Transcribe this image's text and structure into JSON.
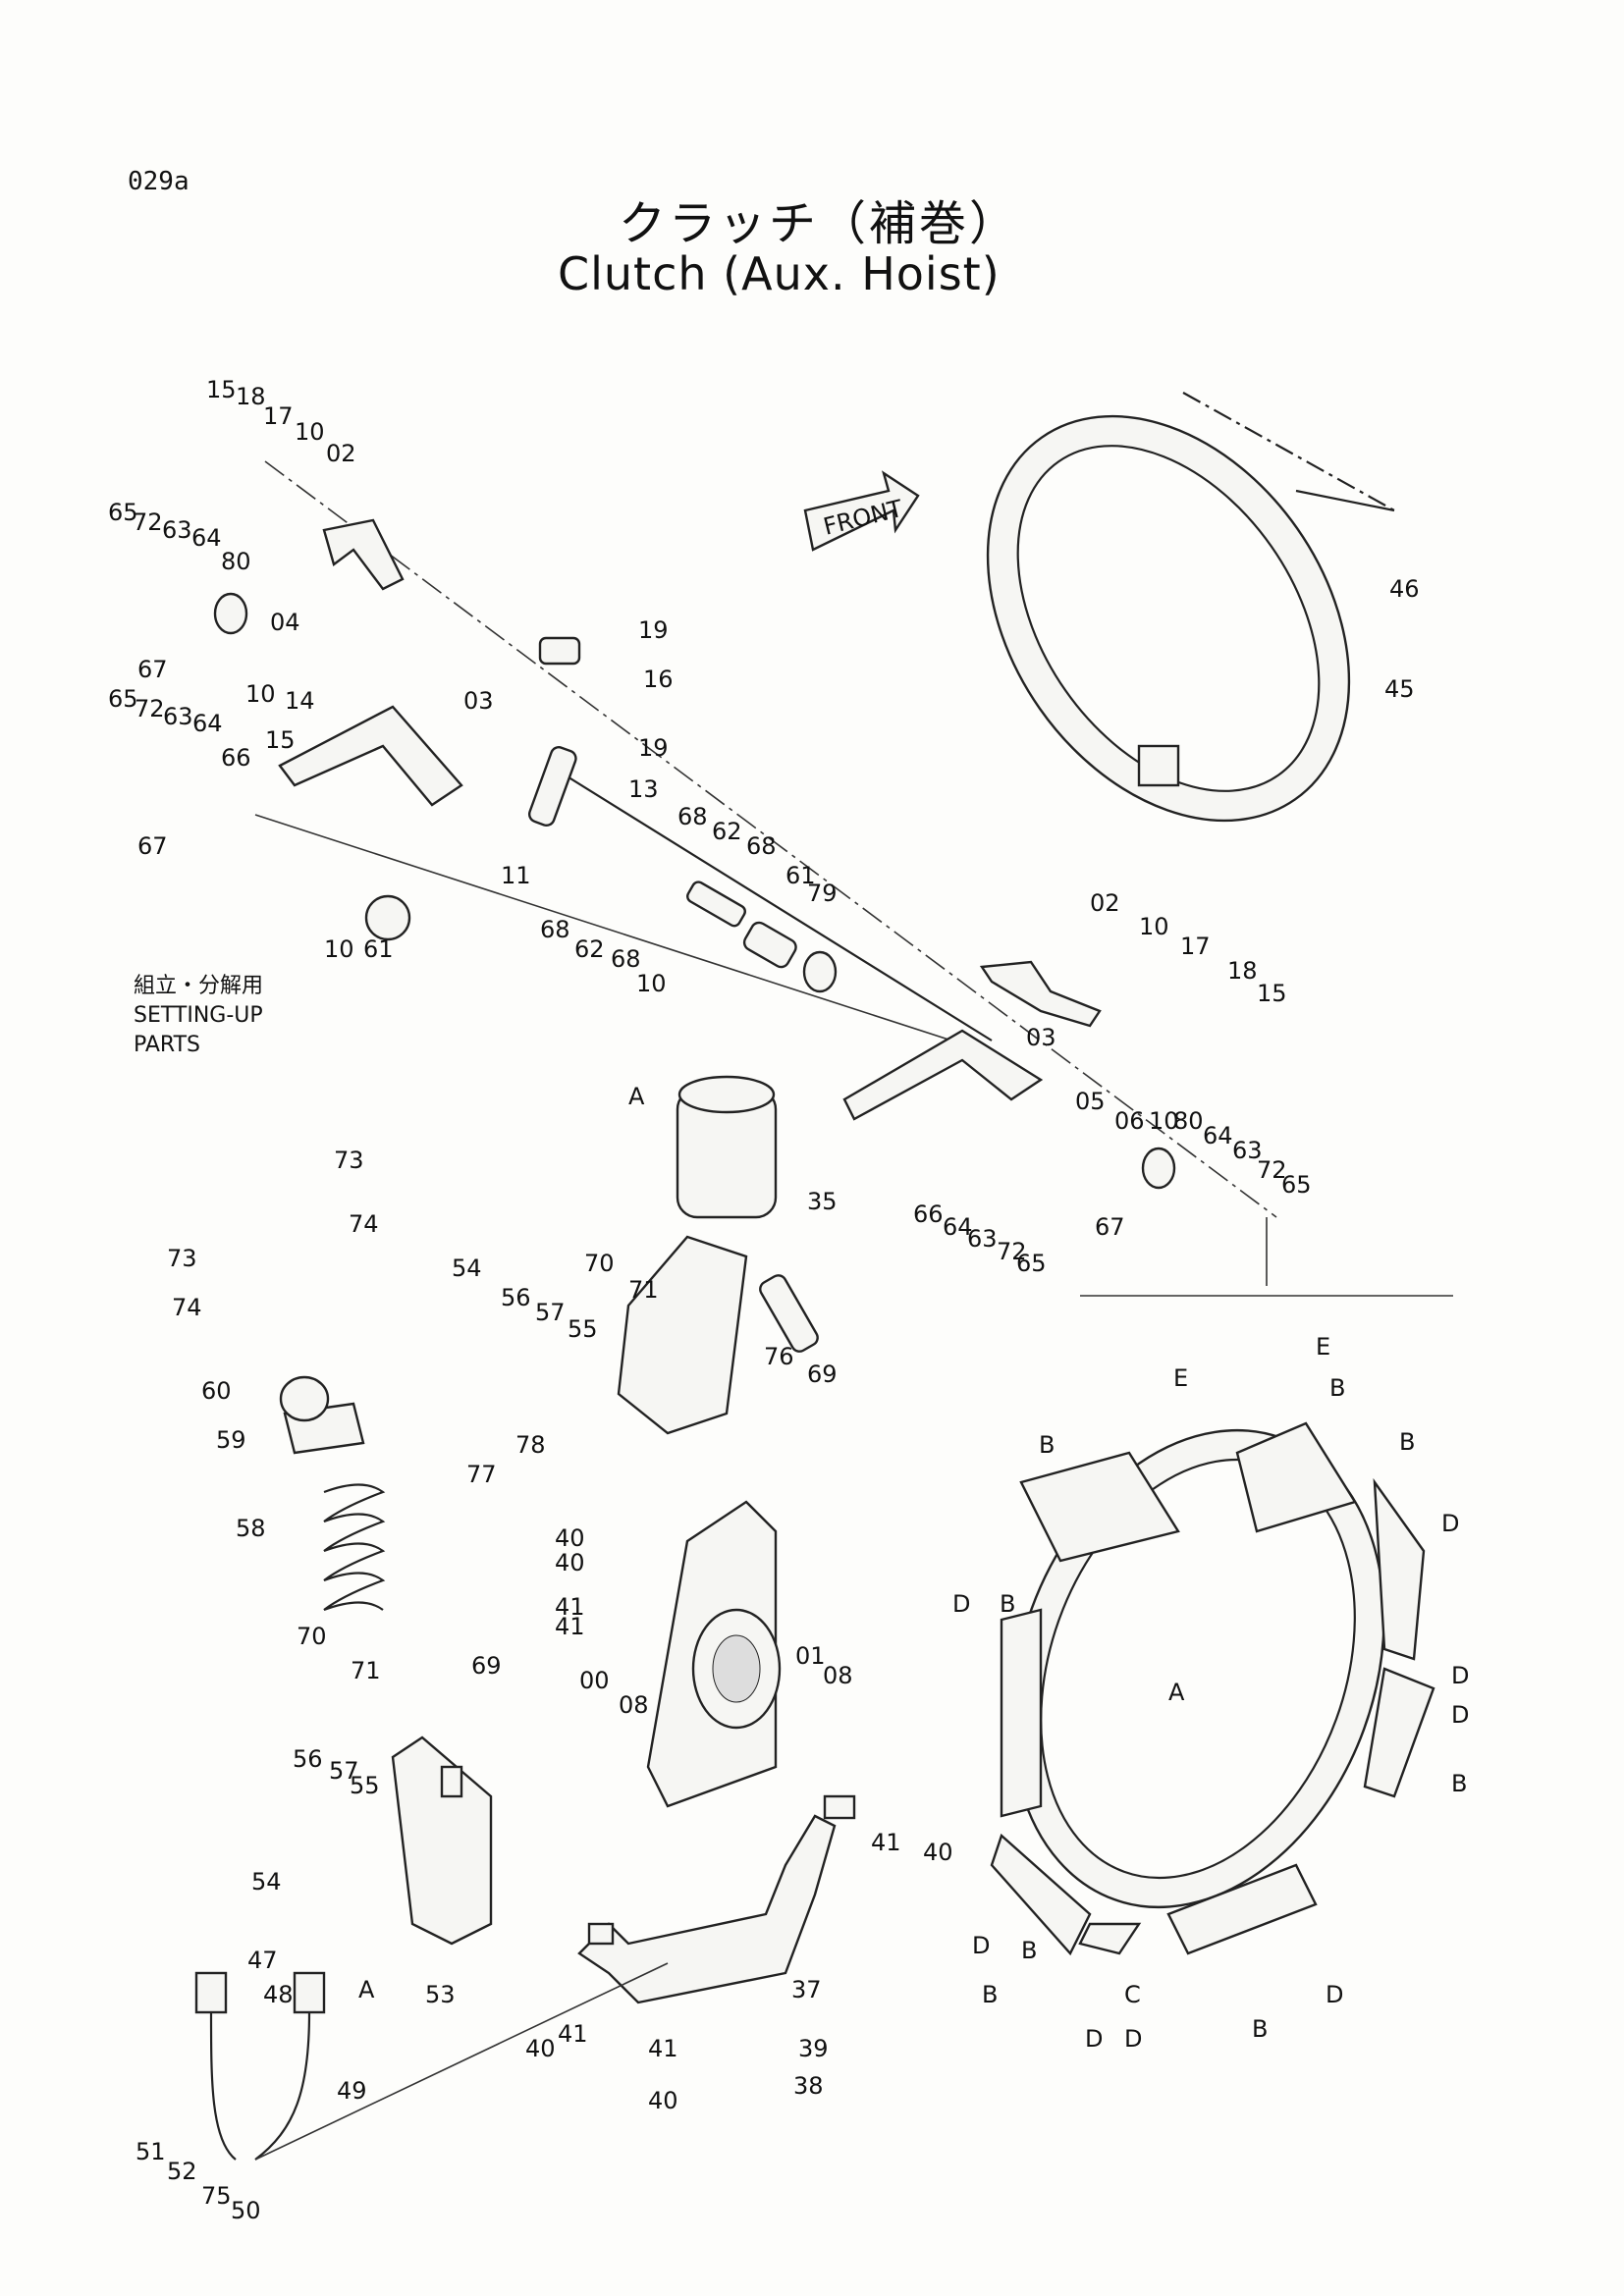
{
  "page_id": "029a",
  "title": {
    "jp": "クラッチ（補巻）",
    "en": "Clutch (Aux. Hoist)"
  },
  "note": {
    "jp": "組立・分解用",
    "en_line1": "SETTING-UP",
    "en_line2": "PARTS"
  },
  "front_label": "FRONT",
  "callouts": [
    "15",
    "18",
    "17",
    "10",
    "02",
    "65",
    "72",
    "63",
    "64",
    "80",
    "04",
    "67",
    "10",
    "14",
    "15",
    "65",
    "72",
    "63",
    "64",
    "66",
    "67",
    "10",
    "61",
    "19",
    "16",
    "19",
    "13",
    "03",
    "11",
    "68",
    "62",
    "68",
    "61",
    "79",
    "46",
    "45",
    "02",
    "10",
    "17",
    "18",
    "15",
    "05",
    "06",
    "10",
    "80",
    "64",
    "63",
    "72",
    "65",
    "03",
    "67",
    "66",
    "64",
    "63",
    "72",
    "65",
    "68",
    "62",
    "68",
    "10",
    "A",
    "35",
    "73",
    "74",
    "73",
    "74",
    "60",
    "59",
    "58",
    "70",
    "71",
    "69",
    "76",
    "54",
    "56",
    "57",
    "55",
    "78",
    "77",
    "40",
    "41",
    "40",
    "41",
    "00",
    "01",
    "08",
    "08",
    "70",
    "71",
    "69",
    "56",
    "57",
    "55",
    "54",
    "53",
    "37",
    "41",
    "40",
    "47",
    "48",
    "A",
    "49",
    "51",
    "52",
    "75",
    "50",
    "40",
    "41",
    "41",
    "39",
    "40",
    "38",
    "E",
    "E",
    "B",
    "B",
    "B",
    "D",
    "D",
    "B",
    "A",
    "D",
    "D",
    "B",
    "B",
    "D",
    "C",
    "B",
    "D",
    "D",
    "B",
    "D"
  ]
}
